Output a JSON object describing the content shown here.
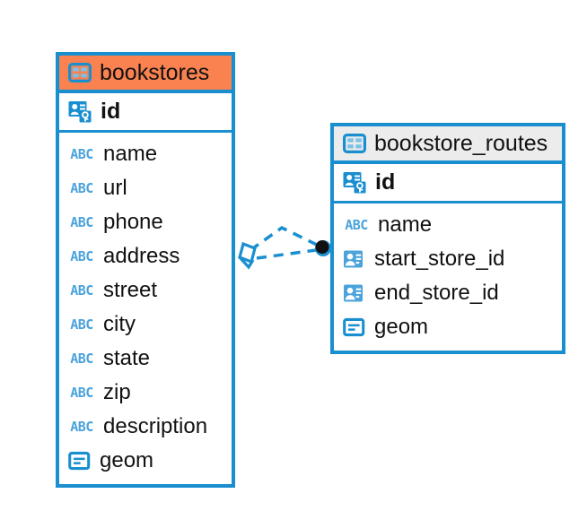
{
  "diagram": {
    "type": "entity-relationship-diagram",
    "accent_color": "#1A8FD0",
    "header_accent_color": "#FA8250",
    "header_neutral_color": "#ECECEC",
    "icon_color": "#4BA3DB",
    "abc_icon_text": "ABC"
  },
  "entities": [
    {
      "name": "bookstores",
      "header_style": "accent",
      "primary_key": {
        "label": "id",
        "icon": "primary-key-icon"
      },
      "fields": [
        {
          "label": "name",
          "icon": "text-field-icon"
        },
        {
          "label": "url",
          "icon": "text-field-icon"
        },
        {
          "label": "phone",
          "icon": "text-field-icon"
        },
        {
          "label": "address",
          "icon": "text-field-icon"
        },
        {
          "label": "street",
          "icon": "text-field-icon"
        },
        {
          "label": "city",
          "icon": "text-field-icon"
        },
        {
          "label": "state",
          "icon": "text-field-icon"
        },
        {
          "label": "zip",
          "icon": "text-field-icon"
        },
        {
          "label": "description",
          "icon": "text-field-icon"
        },
        {
          "label": "geom",
          "icon": "geometry-field-icon"
        }
      ]
    },
    {
      "name": "bookstore_routes",
      "header_style": "neutral",
      "primary_key": {
        "label": "id",
        "icon": "primary-key-icon"
      },
      "fields": [
        {
          "label": "name",
          "icon": "text-field-icon"
        },
        {
          "label": "start_store_id",
          "icon": "foreign-key-icon"
        },
        {
          "label": "end_store_id",
          "icon": "foreign-key-icon"
        },
        {
          "label": "geom",
          "icon": "geometry-field-icon"
        }
      ]
    }
  ],
  "relationship": {
    "from_entity": "bookstores",
    "to_entity": "bookstore_routes",
    "line_style": "dashed",
    "from_marker": "crows-foot-diamond",
    "to_marker": "filled-circle",
    "color": "#1A8FD0"
  }
}
